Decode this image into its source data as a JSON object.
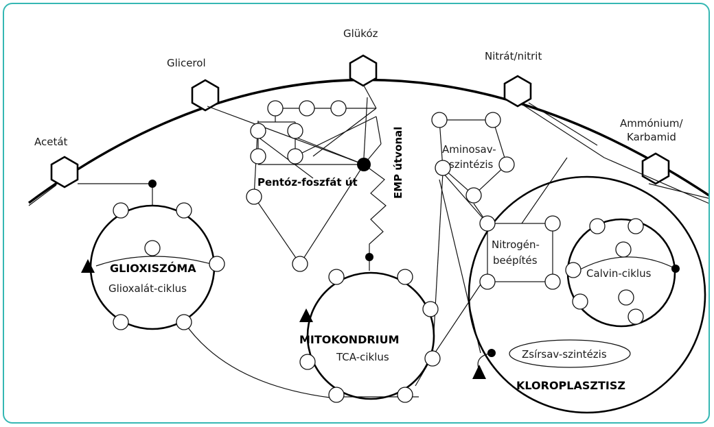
{
  "labels": {
    "glukoz": "Glükóz",
    "glicerol": "Glicerol",
    "nitrat": "Nitrát/nitrit",
    "acetat": "Acetát",
    "ammonium_1": "Ammónium/",
    "ammonium_2": "Karbamid",
    "aminosav_1": "Aminosav-",
    "aminosav_2": "szintézis",
    "pentoz": "Pentóz-foszfát út",
    "emp": "EMP útvonal",
    "glioxiszoma": "GLIOXISZÓMA",
    "glioxalat": "Glioxalát-ciklus",
    "mitokondrium": "MITOKONDRIUM",
    "tca": "TCA-ciklus",
    "nitrogen_1": "Nitrogén-",
    "nitrogen_2": "beépítés",
    "calvin": "Calvin-ciklus",
    "zsirsav": "Zsírsav-szintézis",
    "kloroplasztisz": "KLOROPLASZTISZ"
  },
  "colors": {
    "frame": "#35b7b3",
    "ink": "#000000"
  }
}
